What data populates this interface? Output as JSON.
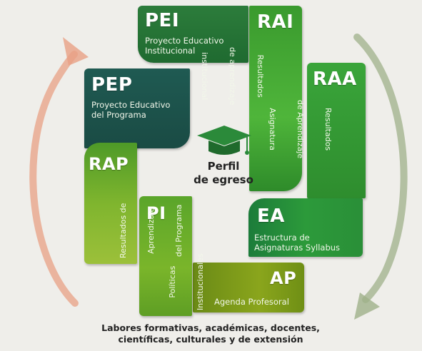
{
  "colors": {
    "dark_green": "#1f6a30",
    "teal": "#1a4b44",
    "bright_green": "#3aa53a",
    "lime": "#8aa51c",
    "arrow_left": "#e8a084",
    "arrow_right": "#9fb08a"
  },
  "blocks": {
    "pei": {
      "abbr": "PEI",
      "line1": "Proyecto Educativo",
      "line2": "Institucional"
    },
    "rai": {
      "abbr": "RAI",
      "line1": "Resultados",
      "line2": "de aprendizaje",
      "line3": "institucional"
    },
    "raa": {
      "abbr": "RAA",
      "line1": "Resultados",
      "line2": "de Aprendizaje",
      "line3": "Asignatura"
    },
    "ea": {
      "abbr": "EA",
      "line1": "Estructura de",
      "line2": "Asignaturas Syllabus"
    },
    "ap": {
      "abbr": "AP",
      "line1": "Agenda Profesoral"
    },
    "pi": {
      "abbr": "PI",
      "line1": "Políticas",
      "line2": "Institucionales"
    },
    "pep": {
      "abbr": "PEP",
      "line1": "Proyecto Educativo",
      "line2": "del Programa"
    },
    "rap": {
      "abbr": "RAP",
      "line1": "Resultados de",
      "line2": "Aprendizaje",
      "line3": "del Programa"
    }
  },
  "center": {
    "icon": "graduation-cap-icon",
    "line1": "Perfil",
    "line2": "de egreso"
  },
  "caption": {
    "line1": "Labores formativas, académicas, docentes,",
    "line2": "científicas, culturales y de extensión"
  }
}
